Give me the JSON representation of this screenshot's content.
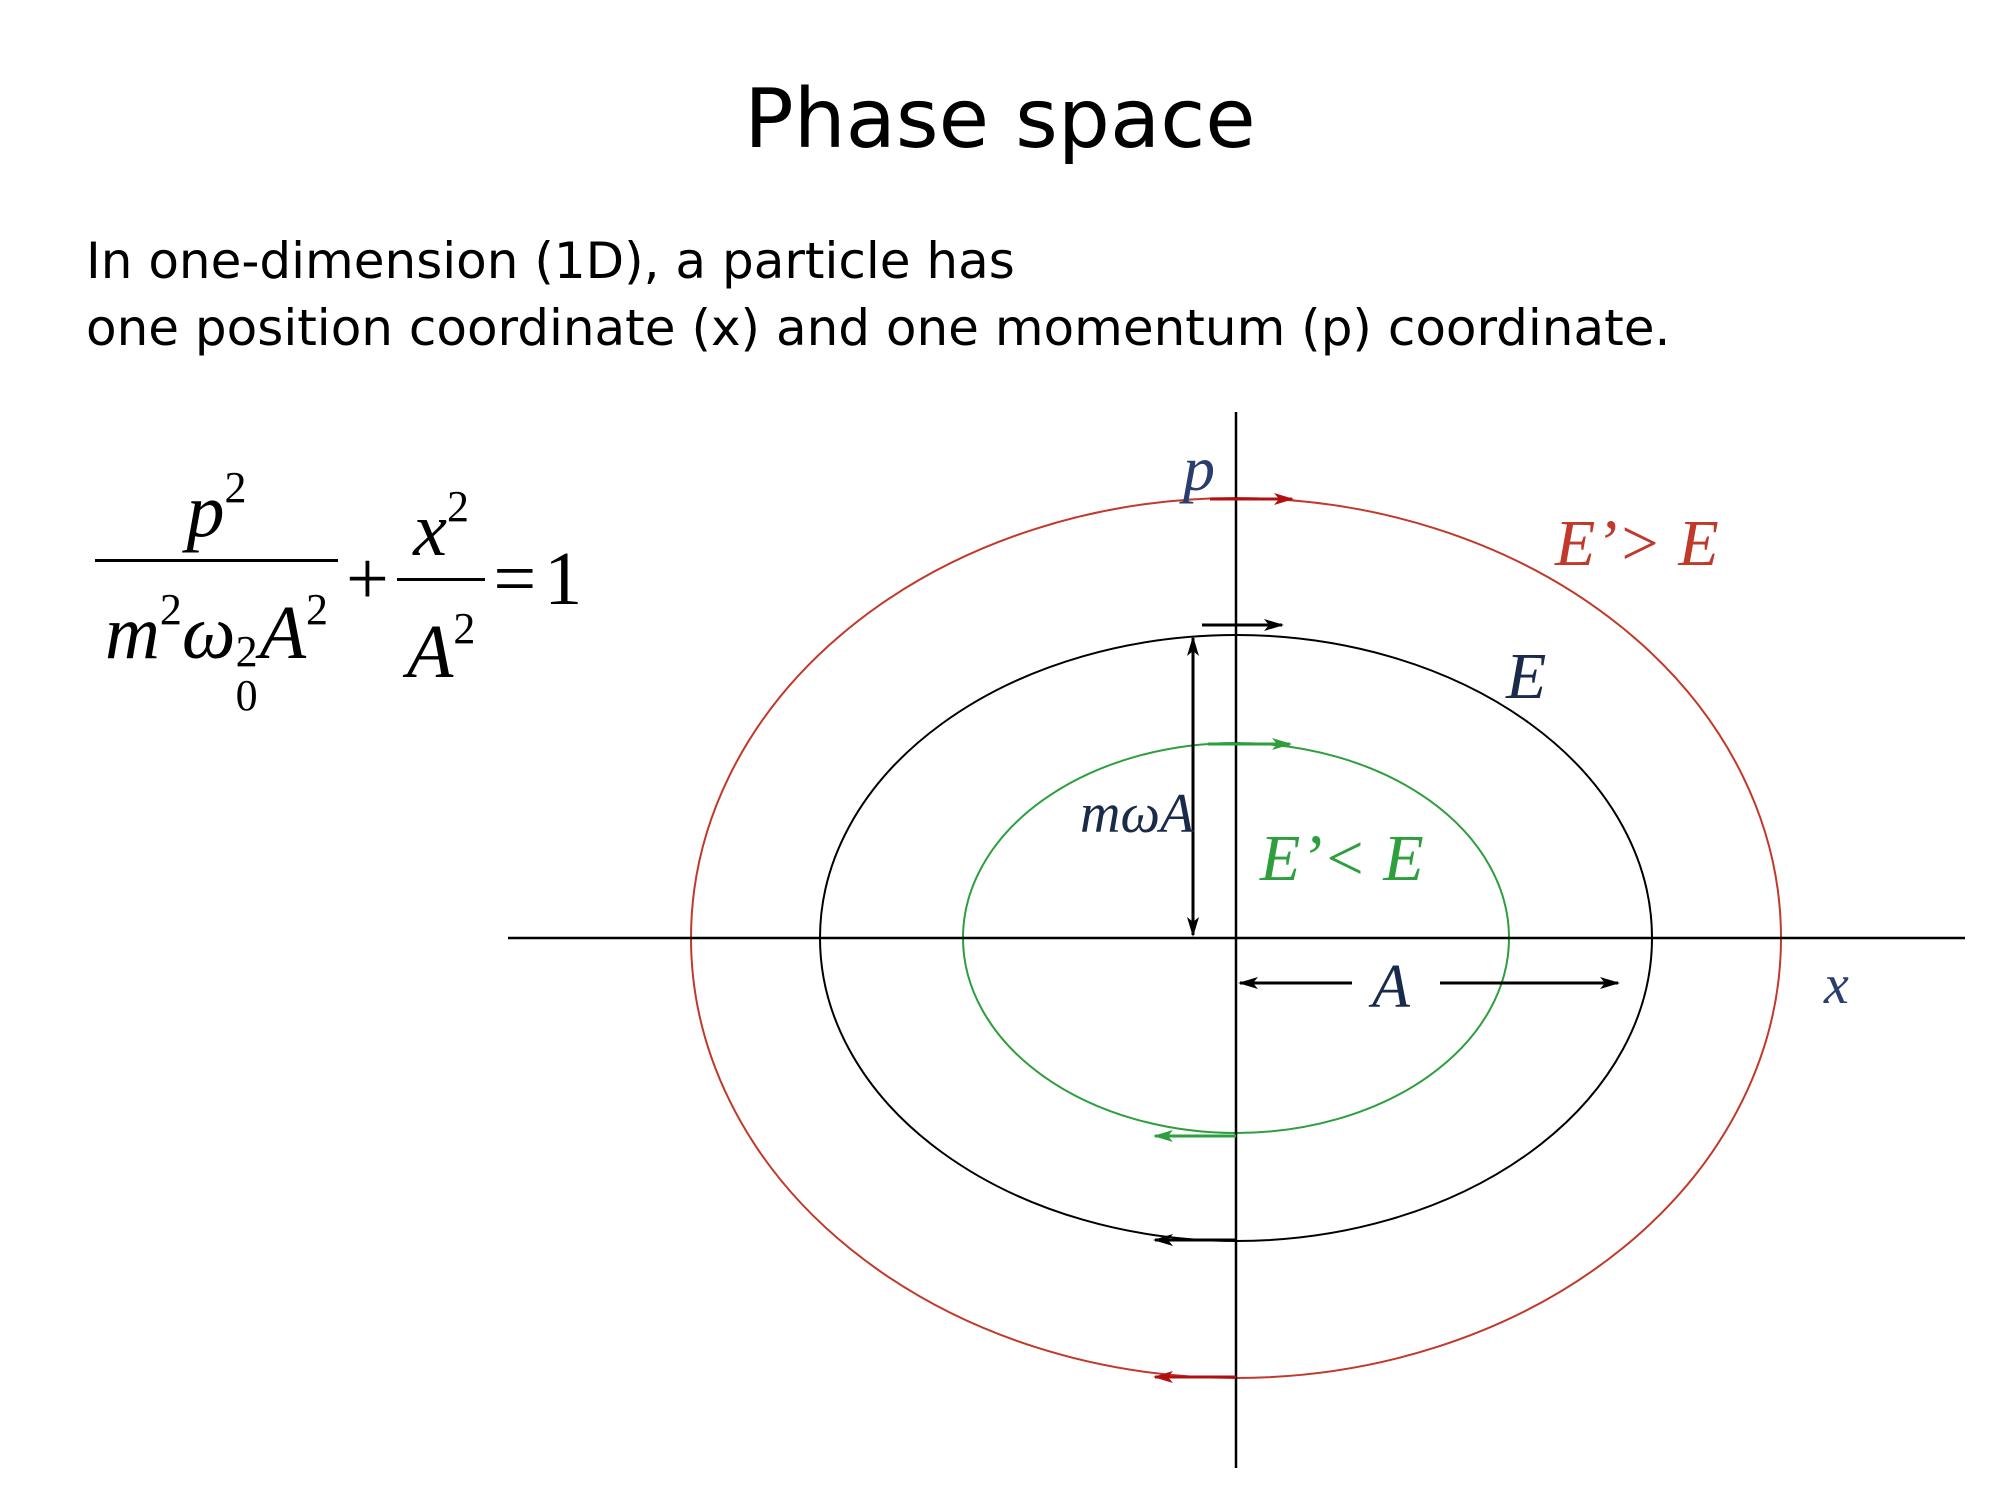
{
  "title": "Phase space",
  "intro": {
    "line1": "In one-dimension (1D), a particle has",
    "line2": "one position coordinate (x) and one momentum (p) coordinate."
  },
  "equation": {
    "term1_num_var": "p",
    "term1_num_exp": "2",
    "term1_den_m": "m",
    "term1_den_m_exp": "2",
    "term1_den_omega": "ω",
    "term1_den_omega_exp": "2",
    "term1_den_omega_sub": "0",
    "term1_den_A": "A",
    "term1_den_A_exp": "2",
    "plus": "+",
    "term2_num_var": "x",
    "term2_num_exp": "2",
    "term2_den_A": "A",
    "term2_den_A_exp": "2",
    "equals": "=",
    "rhs": "1"
  },
  "diagram": {
    "axis_p_label": "p",
    "axis_x_label": "x",
    "orbit_outer_label": "E’> E",
    "orbit_middle_label": "E",
    "orbit_inner_label": "E’< E",
    "momentum_amplitude_label": "mωA",
    "position_amplitude_label": "A",
    "colors": {
      "outer": "#c0392b",
      "outer_arrow": "#b01010",
      "middle": "#000000",
      "inner": "#2e9e3e",
      "axis": "#000000"
    }
  }
}
